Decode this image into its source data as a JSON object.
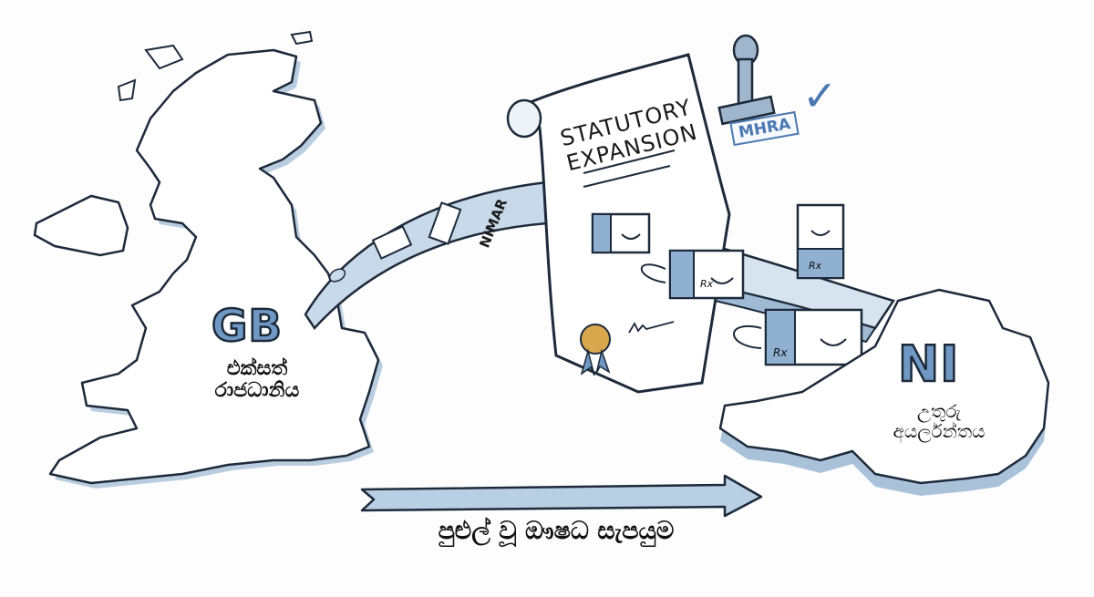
{
  "regions": {
    "gb": {
      "code": "GB",
      "name_line1": "එක්සත්",
      "name_line2": "රාජධානිය"
    },
    "ni": {
      "code": "NI",
      "name_line1": "උතුරු",
      "name_line2": "අයර්ලන්තය"
    }
  },
  "document": {
    "title_line1": "STATUTORY",
    "title_line2": "EXPANSION"
  },
  "stamp": {
    "label": "MHRA",
    "check": "✓"
  },
  "conveyor": {
    "label": "NIMAR"
  },
  "boxes": {
    "mark": "Rx"
  },
  "arrow": {
    "caption": "පුළුල් වූ ඖෂධ සැපයුම"
  },
  "colors": {
    "accent": "#6f98c4",
    "light": "#dce8f3",
    "outline": "#1d2a3a",
    "seal": "#d9a84e"
  }
}
